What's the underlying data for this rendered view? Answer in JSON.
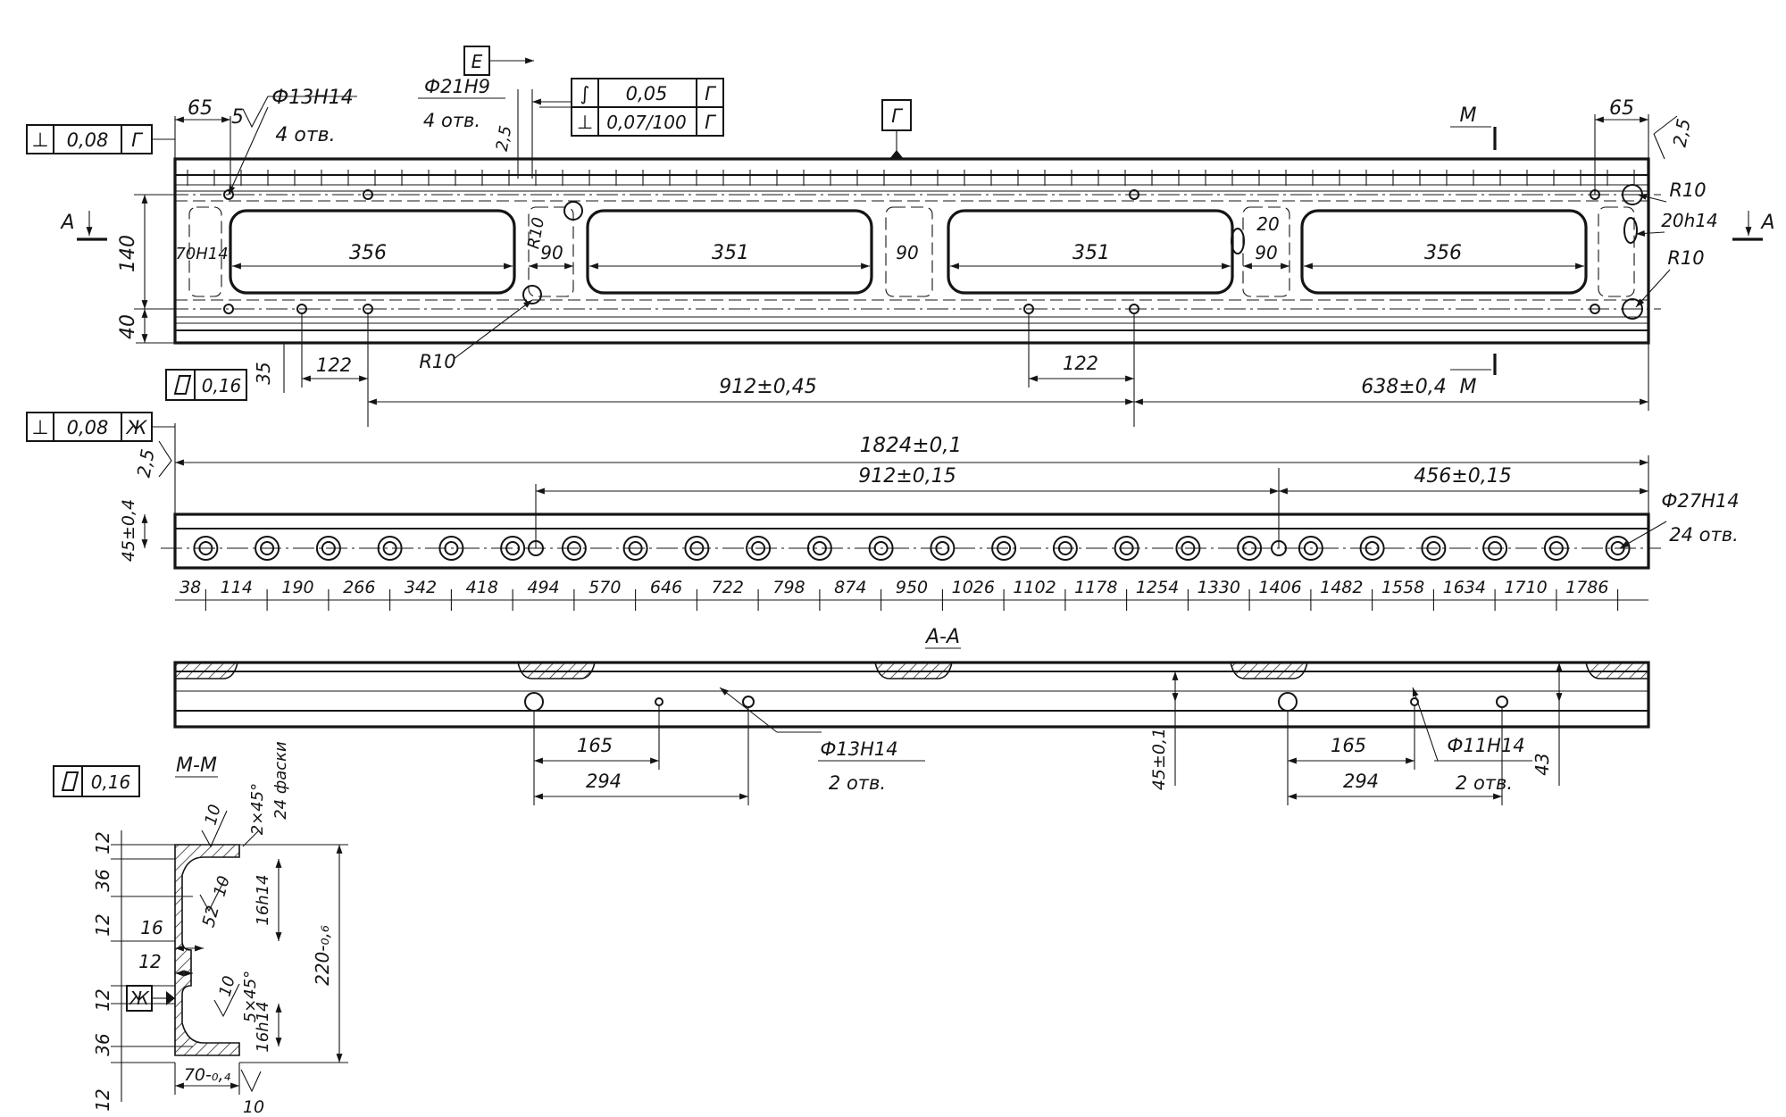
{
  "plan_view": {
    "left_frame": {
      "symbol": "⊥",
      "value": "0,08",
      "datum": "Г"
    },
    "datum_e": "Е",
    "dim_65_left": "65",
    "roughness_left": "5",
    "holes_13_label": "Ф13Н14",
    "holes_13_count": "4 отв.",
    "holes_21_label": "Ф21Н9",
    "holes_21_count": "4 отв.",
    "value_25": "2,5",
    "top_frame": {
      "row1_symbol": "∫",
      "row1_value": "0,05",
      "row1_datum": "Г",
      "row2_symbol": "⊥",
      "row2_value": "0,07/100",
      "row2_datum": "Г"
    },
    "datum_g": "Г",
    "section_m": "М",
    "dim_65_right": "65",
    "value_25_right": "2,5",
    "r10_right_top": "R10",
    "fit_20h14": "20h14",
    "r10_right_bottom": "R10",
    "section_a": "А",
    "dim_140": "140",
    "dim_40": "40",
    "fit_70h14": "70Н14",
    "window_1": "356",
    "r10_mid": "R10",
    "web_90_a": "90",
    "window_2": "351",
    "web_90_b": "90",
    "window_3": "351",
    "dim_20": "20",
    "web_90_c": "90",
    "window_4": "356",
    "flat_frame_value": "0,16",
    "dim_35": "35",
    "dim_122_left": "122",
    "r10_bottom": "R10",
    "dim_122_right": "122",
    "dim_912_045": "912±0,45",
    "dim_638": "638±0,4"
  },
  "front_view": {
    "perp_frame": {
      "symbol": "⊥",
      "value": "0,08",
      "datum": "Ж"
    },
    "value_25": "2,5",
    "dim_45_04": "45±0,4",
    "dim_1824": "1824±0,1",
    "dim_912_015": "912±0,15",
    "dim_456": "456±0,15",
    "holes_27_label": "Ф27Н14",
    "holes_27_count": "24 отв.",
    "hole_positions": [
      "38",
      "114",
      "190",
      "266",
      "342",
      "418",
      "494",
      "570",
      "646",
      "722",
      "798",
      "874",
      "950",
      "1026",
      "1102",
      "1178",
      "1254",
      "1330",
      "1406",
      "1482",
      "1558",
      "1634",
      "1710",
      "1786"
    ]
  },
  "section_aa": {
    "title": "А-А",
    "dim_165_left": "165",
    "dim_294_left": "294",
    "holes_13_label": "Ф13Н14",
    "holes_13_count": "2 отв.",
    "dim_45_01": "45±0,1",
    "dim_165_right": "165",
    "dim_294_right": "294",
    "holes_11_label": "Ф11Н14",
    "holes_11_count": "2 отв.",
    "dim_43": "43"
  },
  "section_mm": {
    "title": "М-М",
    "flat_frame_value": "0,16",
    "chamfer_top": "2×45°",
    "chamfer_note": "24 фаски",
    "rough_10_top": "10",
    "dim_12_a": "12",
    "dim_36_a": "36",
    "rough_10_mid": "10",
    "dim_52": "52",
    "dim_12_b": "12",
    "fit_16h14_top": "16h14",
    "dim_220": "220-₀,₆",
    "dim_16": "16",
    "dim_12_c": "12",
    "datum_zh": "Ж",
    "dim_12_d": "12",
    "rough_10_low": "10",
    "chamfer_bottom": "5×45°",
    "fit_16h14_bottom": "16h14",
    "dim_36_b": "36",
    "dim_70": "70-₀,₄",
    "rough_10_bottom": "10",
    "dim_12_e": "12"
  }
}
